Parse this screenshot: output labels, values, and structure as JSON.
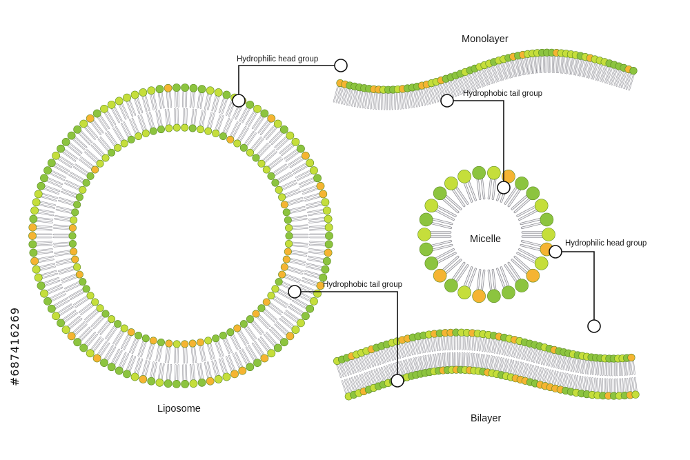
{
  "labels": {
    "monolayer": "Monolayer",
    "liposome": "Liposome",
    "micelle": "Micelle",
    "bilayer": "Bilayer",
    "callout_head_top": "Hydrophilic head group",
    "callout_tail_top": "Hydrophobic tail group",
    "callout_tail_left": "Hydrophobic tail group",
    "callout_head_right": "Hydrophilic head group"
  },
  "stock_id": "#687416269",
  "colors": {
    "head_green": "#8cc43f",
    "head_lime": "#c5de3b",
    "head_orange": "#f5b432",
    "head_stroke": "#5c8a22",
    "tail_fill": "#f2f2f4",
    "tail_stroke": "#8a8a90",
    "callout_line": "#111111",
    "background": "#ffffff"
  }
}
